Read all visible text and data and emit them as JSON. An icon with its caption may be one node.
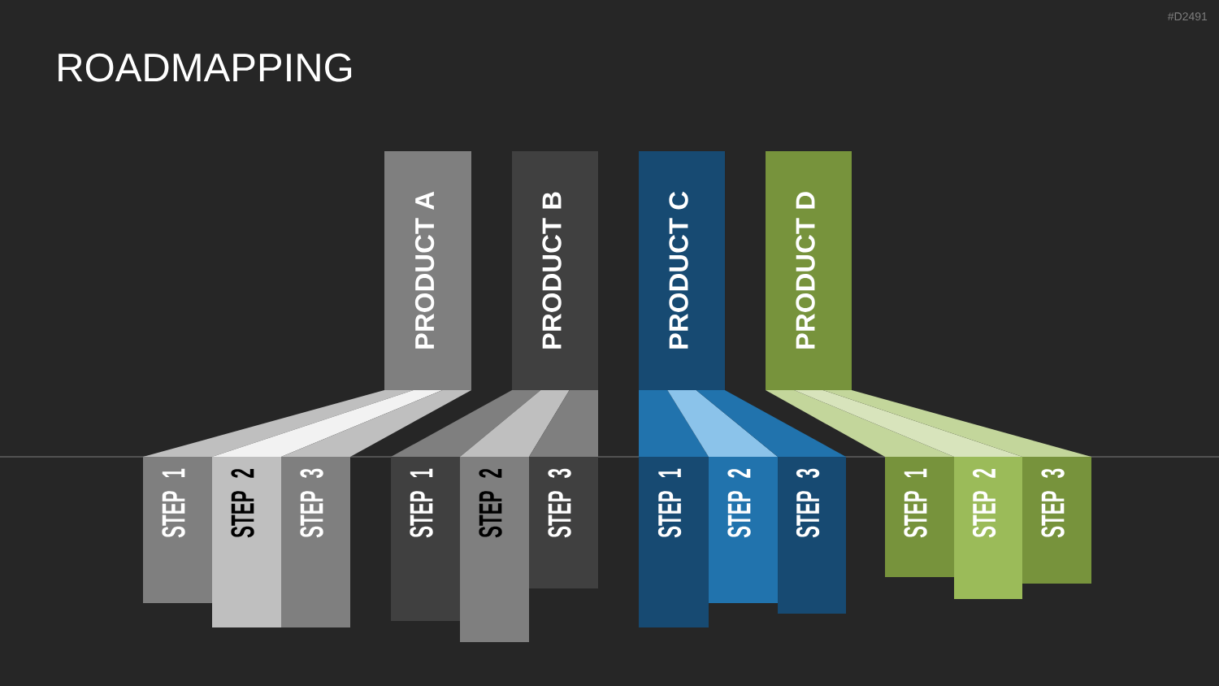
{
  "diagram": {
    "title": "ROADMAPPING",
    "nodes": [
      {
        "text": [
          "PRODUCT A"
        ]
      },
      {
        "text": [
          "PRODUCT B"
        ]
      },
      {
        "text": [
          "PRODUCT C"
        ]
      },
      {
        "text": [
          "PRODUCT D"
        ]
      },
      {
        "text": [
          "STEP 1"
        ]
      },
      {
        "text": [
          "STEP 2"
        ]
      },
      {
        "text": [
          "STEP 3"
        ]
      },
      {
        "text": [
          "STEP 1"
        ]
      },
      {
        "text": [
          "STEP 2"
        ]
      },
      {
        "text": [
          "STEP 3"
        ]
      },
      {
        "text": [
          "STEP 1"
        ]
      },
      {
        "text": [
          "STEP 2"
        ]
      },
      {
        "text": [
          "STEP 3"
        ]
      },
      {
        "text": [
          "STEP 1"
        ]
      },
      {
        "text": [
          "STEP 2"
        ]
      },
      {
        "text": [
          "STEP 3"
        ]
      }
    ],
    "edges": [
      {
        "from": 0,
        "to": 4,
        "arrow": "none",
        "color": "#bfbfbf"
      },
      {
        "from": 0,
        "to": 5,
        "arrow": "none",
        "color": "#f2f2f2"
      },
      {
        "from": 0,
        "to": 6,
        "arrow": "none",
        "color": "#bfbfbf"
      },
      {
        "from": 1,
        "to": 7,
        "arrow": "none",
        "color": "#7f7f7f"
      },
      {
        "from": 1,
        "to": 8,
        "arrow": "none",
        "color": "#bfbfbf"
      },
      {
        "from": 1,
        "to": 9,
        "arrow": "none",
        "color": "#7f7f7f"
      },
      {
        "from": 2,
        "to": 10,
        "arrow": "none",
        "color": "#2173ad"
      },
      {
        "from": 2,
        "to": 11,
        "arrow": "none",
        "color": "#8bc3ea"
      },
      {
        "from": 2,
        "to": 12,
        "arrow": "none",
        "color": "#2173ad"
      },
      {
        "from": 3,
        "to": 13,
        "arrow": "none",
        "color": "#c3d69b"
      },
      {
        "from": 3,
        "to": 14,
        "arrow": "none",
        "color": "#d8e4bc"
      },
      {
        "from": 3,
        "to": 15,
        "arrow": "none",
        "color": "#c3d69b"
      }
    ],
    "labels": [
      "#D2491"
    ]
  }
}
